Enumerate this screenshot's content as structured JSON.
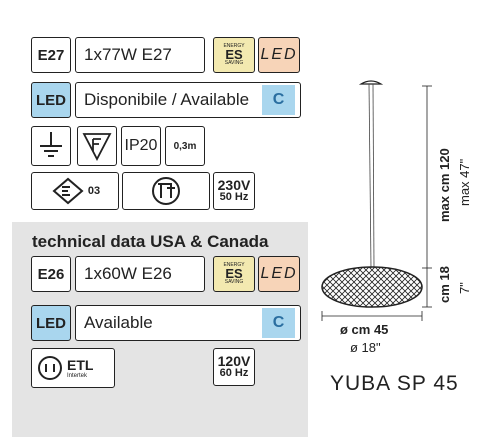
{
  "eu": {
    "socket_code": "E27",
    "bulb_spec": "1x77W E27",
    "energy_label": {
      "top": "ENERGY",
      "mark": "ES",
      "bottom": "SAVING"
    },
    "led_badge": "LED",
    "led_code": "LED",
    "availability": "Disponibile / Available",
    "energy_class": "C",
    "ip_rating": "IP20",
    "distance_rating": "0,3m",
    "ce_mark": "03",
    "voltage": "230V",
    "frequency": "50 Hz"
  },
  "usa": {
    "heading": "technical data USA & Canada",
    "socket_code": "E26",
    "bulb_spec": "1x60W E26",
    "energy_label": {
      "top": "ENERGY",
      "mark": "ES",
      "bottom": "SAVING"
    },
    "led_badge": "LED",
    "led_code": "LED",
    "availability": "Available",
    "energy_class": "C",
    "etl_mark": "ETL",
    "etl_small": "Intertek",
    "voltage": "120V",
    "frequency": "60 Hz"
  },
  "drawing": {
    "height_max_cm": "max cm 120",
    "height_max_in": "max 47\"",
    "height_cm": "cm 18",
    "height_in": "7\"",
    "diameter_cm": "ø cm 45",
    "diameter_in": "ø 18\""
  },
  "product_name": "YUBA SP 45"
}
